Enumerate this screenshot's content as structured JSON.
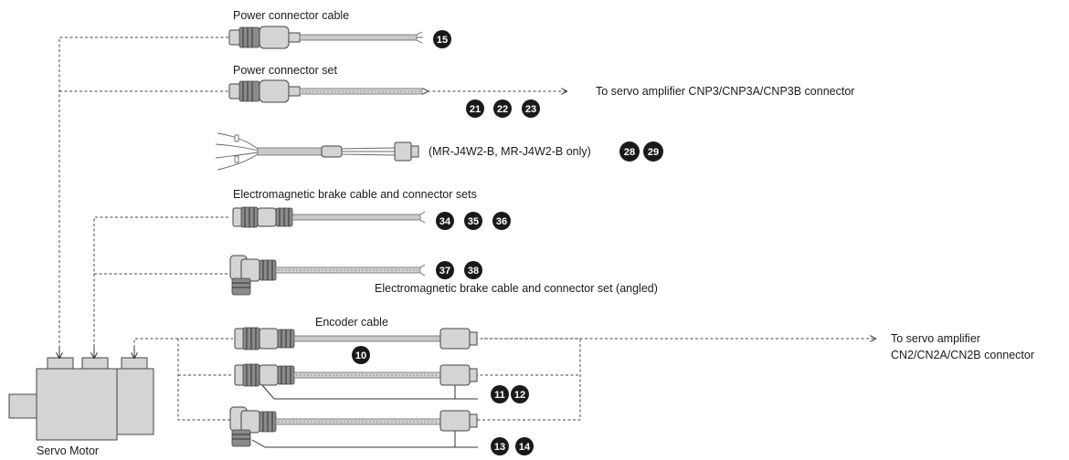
{
  "labels": {
    "power_cable": "Power connector cable",
    "power_set": "Power connector set",
    "amp_cnp3": "To servo amplifier CNP3/CNP3A/CNP3B connector",
    "mr_j4w2": "(MR-J4W2-B, MR-J4W2-B only)",
    "brake_sets": "Electromagnetic brake cable and connector sets",
    "brake_angled": "Electromagnetic brake cable and connector set (angled)",
    "encoder_cable": "Encoder cable",
    "amp_cn2_line1": "To servo amplifier",
    "amp_cn2_line2": "CN2/CN2A/CN2B connector",
    "servo_motor": "Servo Motor"
  },
  "numbers": {
    "n15": "15",
    "n21": "21",
    "n22": "22",
    "n23": "23",
    "n28": "28",
    "n29": "29",
    "n34": "34",
    "n35": "35",
    "n36": "36",
    "n37": "37",
    "n38": "38",
    "n10": "10",
    "n11": "11",
    "n12": "12",
    "n13": "13",
    "n14": "14"
  },
  "colors": {
    "badge": "#1a1a1a",
    "cable": "#c9c9c9",
    "motor_body": "#d4d4d4"
  }
}
